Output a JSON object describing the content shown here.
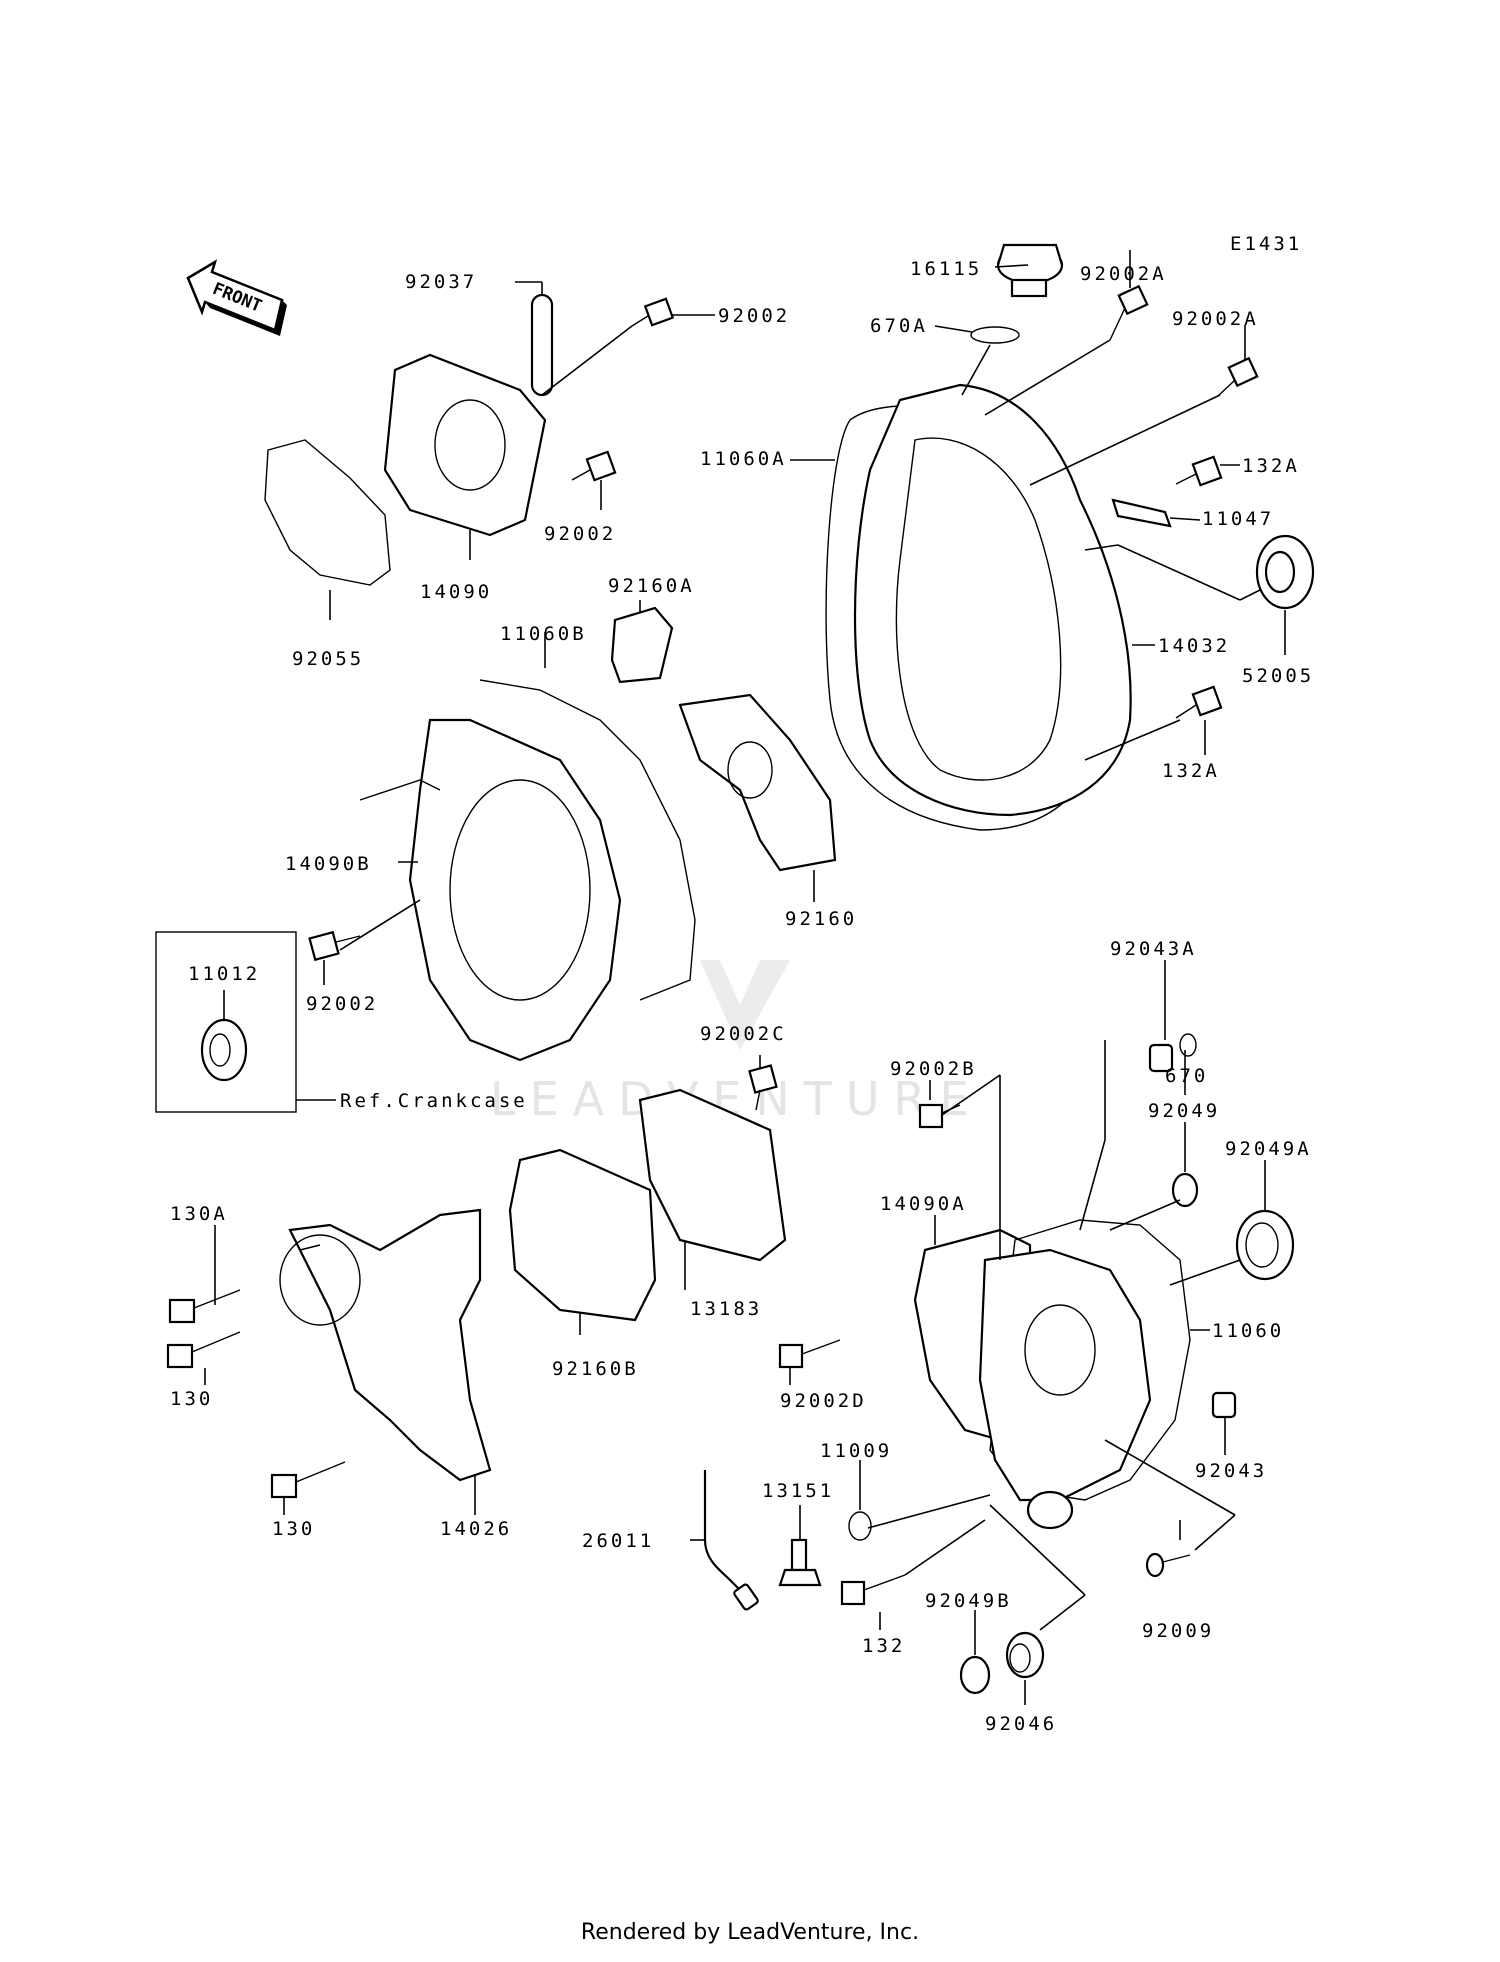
{
  "diagram_id": "E1431",
  "front_label": "FRONT",
  "watermark": "LEADVENTURE",
  "footer": "Rendered by LeadVenture, Inc.",
  "parts": {
    "p16115": "16115",
    "p670A": "670A",
    "p92002A_1": "92002A",
    "p92002A_2": "92002A",
    "p92037": "92037",
    "p92002_1": "92002",
    "p92002_2": "92002",
    "p92002_3": "92002",
    "p11060A": "11060A",
    "p132A_1": "132A",
    "p132A_2": "132A",
    "p11047": "11047",
    "p52005": "52005",
    "p14032": "14032",
    "p14090": "14090",
    "p92055": "92055",
    "p92160A": "92160A",
    "p11060B": "11060B",
    "p14090B": "14090B",
    "p92160": "92160",
    "p11012": "11012",
    "ref_crankcase": "Ref.Crankcase",
    "p92002C": "92002C",
    "p92043A": "92043A",
    "p670": "670",
    "p92002B": "92002B",
    "p92049": "92049",
    "p92049A": "92049A",
    "p14090A": "14090A",
    "p11060": "11060",
    "p130A": "130A",
    "p130_1": "130",
    "p130_2": "130",
    "p13183": "13183",
    "p92160B": "92160B",
    "p92002D": "92002D",
    "p92043": "92043",
    "p14026": "14026",
    "p11009": "11009",
    "p13151": "13151",
    "p26011": "26011",
    "p132": "132",
    "p92009": "92009",
    "p92049B": "92049B",
    "p92046": "92046"
  }
}
